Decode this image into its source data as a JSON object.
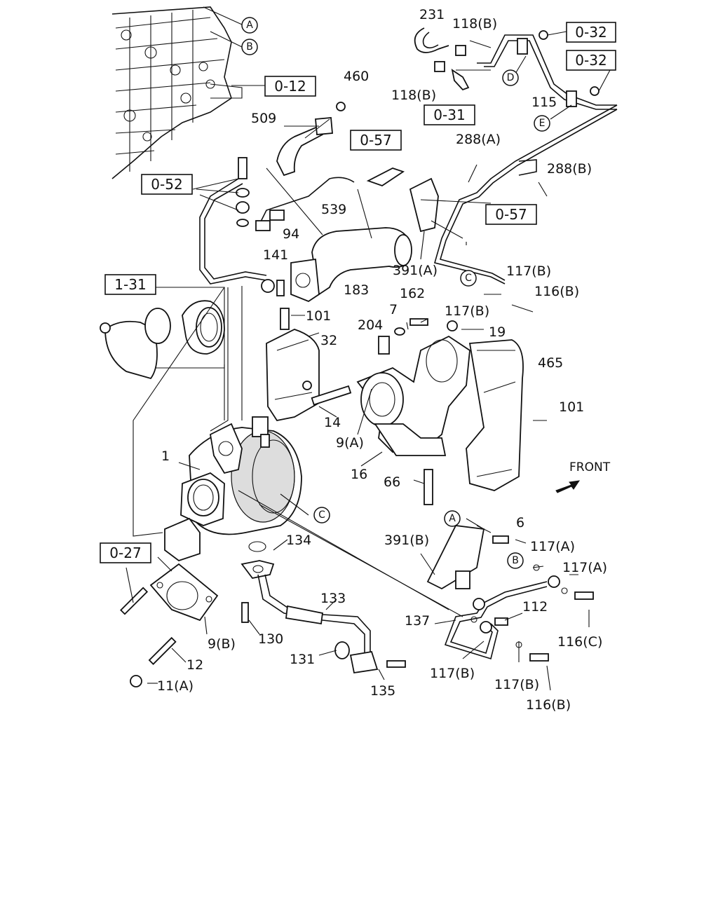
{
  "labels": {
    "p231": "231",
    "p118b_top": "118(B)",
    "p118b_mid": "118(B)",
    "p460": "460",
    "p509": "509",
    "p115": "115",
    "p288a": "288(A)",
    "p288b": "288(B)",
    "p539": "539",
    "p94": "94",
    "p141": "141",
    "p183": "183",
    "p391a": "391(A)",
    "p117b_a": "117(B)",
    "p116b_a": "116(B)",
    "p162": "162",
    "p7": "7",
    "p117b_b": "117(B)",
    "p204": "204",
    "p19": "19",
    "p101_a": "101",
    "p32": "32",
    "p465": "465",
    "p101_b": "101",
    "p14": "14",
    "p9a": "9(A)",
    "p1": "1",
    "p16": "16",
    "p66": "66",
    "p134": "134",
    "p6": "6",
    "p391b": "391(B)",
    "p117a_a": "117(A)",
    "p117a_b": "117(A)",
    "p133": "133",
    "p112": "112",
    "p137": "137",
    "p116c": "116(C)",
    "p130": "130",
    "p9b": "9(B)",
    "p131": "131",
    "p12": "12",
    "p135": "135",
    "p117b_c": "117(B)",
    "p117b_d": "117(B)",
    "p11a": "11(A)",
    "p116b_b": "116(B)"
  },
  "refs": {
    "r0_32_a": "0-32",
    "r0_32_b": "0-32",
    "r0_12": "0-12",
    "r0_31": "0-31",
    "r0_57_a": "0-57",
    "r0_52": "0-52",
    "r0_57_b": "0-57",
    "r1_31": "1-31",
    "r0_27": "0-27"
  },
  "markers": {
    "A_top": "A",
    "B_top": "B",
    "D": "D",
    "E": "E",
    "C_mid": "C",
    "C_turbo": "C",
    "A_low": "A",
    "B_low": "B"
  },
  "front_label": "FRONT"
}
